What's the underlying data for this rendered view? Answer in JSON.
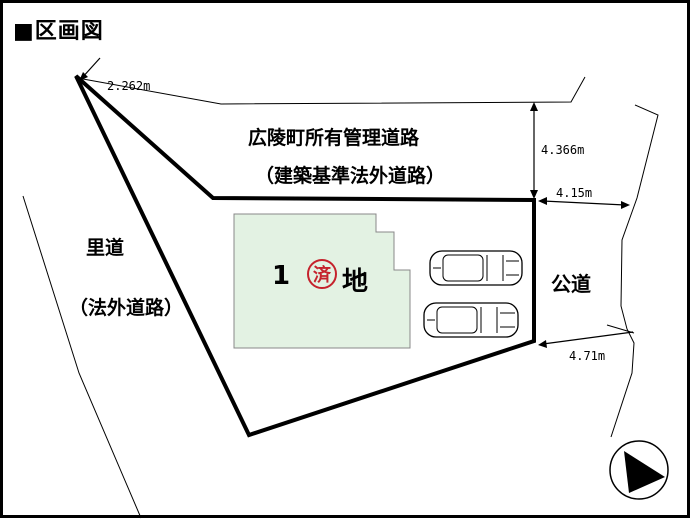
{
  "title": "■区画図",
  "roads": {
    "top_road": "広陵町所有管理道路",
    "top_road_sub": "（建築基準法外道路）",
    "left_road": "里道",
    "left_road_sub": "（法外道路）",
    "right_road": "公道"
  },
  "dimensions": {
    "d1": "2.262m",
    "d2": "4.366m",
    "d3": "4.15m",
    "d4": "4.71m"
  },
  "lot": {
    "label_left": "1",
    "label_right": "地",
    "seal_text": "済",
    "fill_color": "#e3f2e3"
  },
  "colors": {
    "boundary": "#000000",
    "seal": "#c5222c"
  },
  "icons": {
    "compass": "north-arrow-icon",
    "car": "car-icon"
  }
}
